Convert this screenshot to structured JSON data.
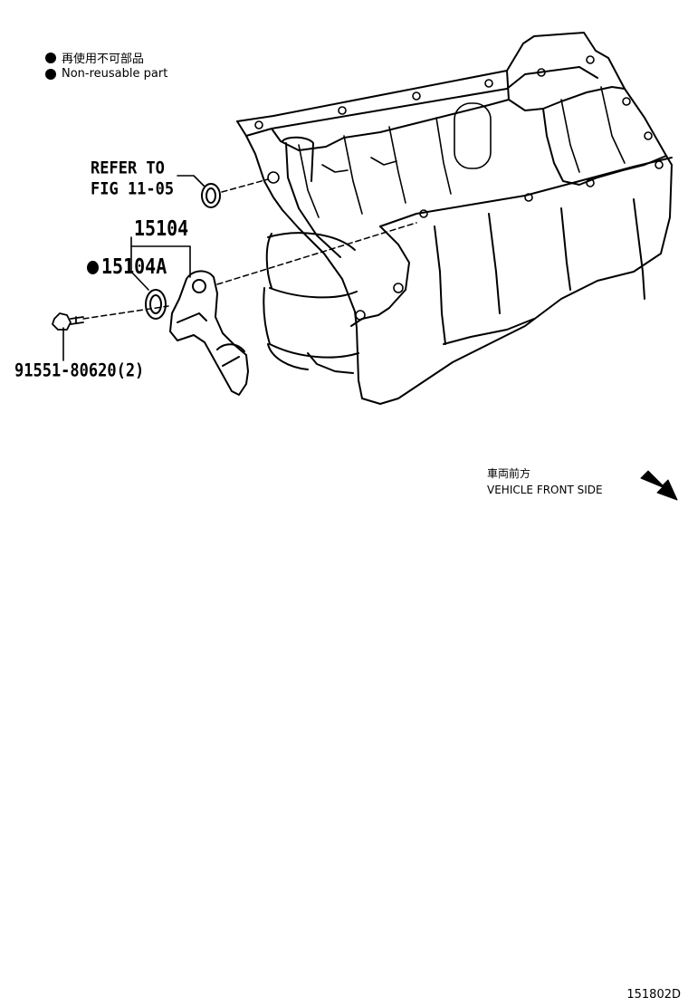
{
  "legend": [
    {
      "icon": "non-reusable-dot",
      "text": "再使用不可部品"
    },
    {
      "icon": "non-reusable-dot",
      "text": "Non-reusable part"
    }
  ],
  "callouts": {
    "refer_line1": "REFER TO",
    "refer_line2": "FIG 11-05",
    "assembly_number": "15104",
    "gasket_number": "15104A",
    "bolt_number": "91551-80620(2)"
  },
  "direction": {
    "label_jp": "車両前方",
    "label_en": "VEHICLE FRONT SIDE"
  },
  "illustration_code": "151802D"
}
